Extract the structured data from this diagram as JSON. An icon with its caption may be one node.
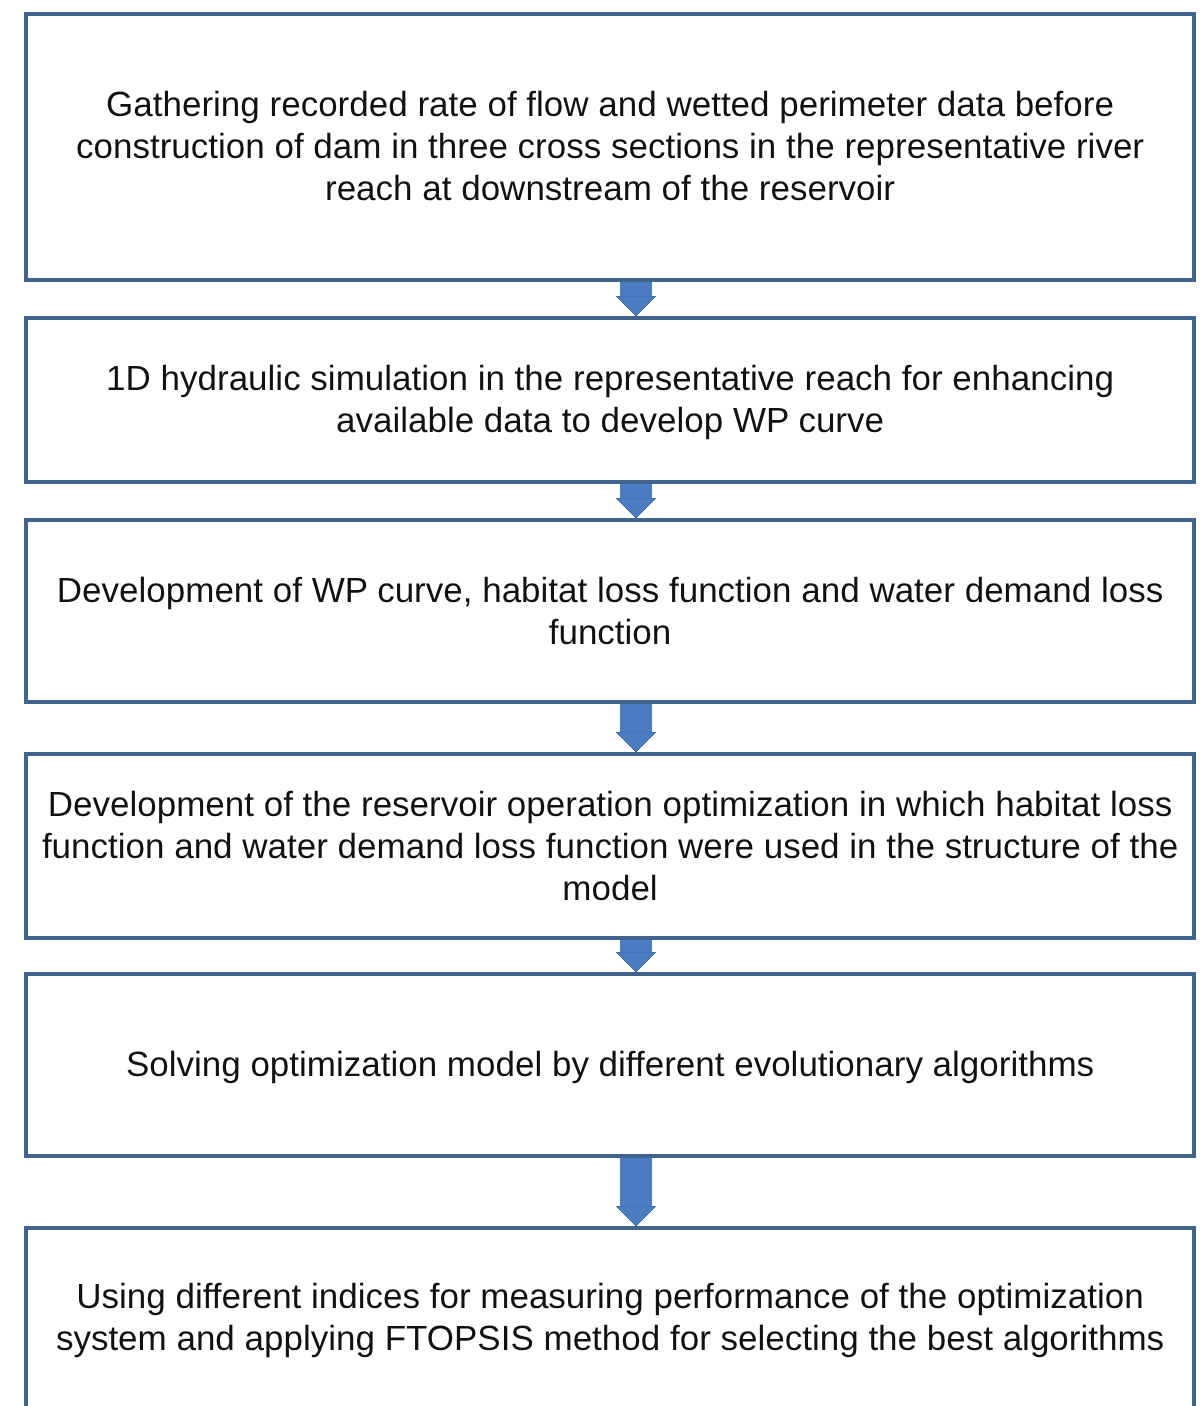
{
  "diagram": {
    "nodes": [
      {
        "text": [
          "Gathering recorded rate of flow and wetted perimeter data before construction of dam in three cross sections in the representative river reach at downstream of the reservoir"
        ]
      },
      {
        "text": [
          "1D hydraulic simulation in the representative reach for enhancing available data to develop WP curve"
        ]
      },
      {
        "text": [
          "Development of WP curve, habitat loss function and water demand loss function"
        ]
      },
      {
        "text": [
          "Development of the reservoir operation optimization  in which habitat loss function and water demand loss function were used in the structure of the model"
        ]
      },
      {
        "text": [
          "Solving optimization model by different evolutionary algorithms"
        ]
      },
      {
        "text": [
          "Using different indices for measuring performance of the optimization system and applying FTOPSIS method for selecting the best algorithms"
        ]
      }
    ],
    "edges": [
      {
        "from": 0,
        "to": 1,
        "arrow": "to"
      },
      {
        "from": 1,
        "to": 2,
        "arrow": "to"
      },
      {
        "from": 2,
        "to": 3,
        "arrow": "to"
      },
      {
        "from": 3,
        "to": 4,
        "arrow": "to"
      },
      {
        "from": 4,
        "to": 5,
        "arrow": "to"
      }
    ]
  }
}
